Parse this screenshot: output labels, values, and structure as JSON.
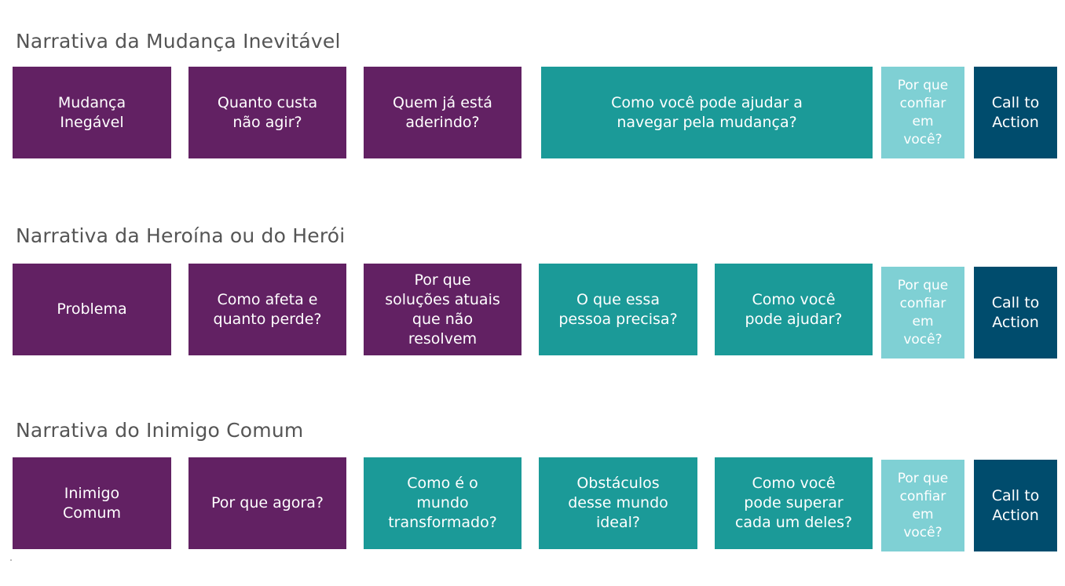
{
  "rows": [
    {
      "title": "Narrativa da Mudança Inevitável",
      "boxes": [
        "Mudança\nInegável",
        "Quanto custa\nnão agir?",
        "Quem já está\naderindo?",
        "Como você pode ajudar a\nnavegar pela mudança?",
        "Por que\nconfiar\nem\nvocê?",
        "Call to\nAction"
      ]
    },
    {
      "title": "Narrativa da Heroína ou do Herói",
      "boxes": [
        "Problema",
        "Como afeta e\nquanto perde?",
        "Por que\nsoluções atuais\nque não\nresolvem",
        "O que essa\npessoa precisa?",
        "Como você\npode ajudar?",
        "Por que\nconfiar\nem\nvocê?",
        "Call to\nAction"
      ]
    },
    {
      "title": "Narrativa do Inimigo Comum",
      "boxes": [
        "Inimigo\nComum",
        "Por que agora?",
        "Como é o\nmundo\ntransformado?",
        "Obstáculos\ndesse mundo\nideal?",
        "Como você\npode superar\ncada um deles?",
        "Por que\nconfiar\nem\nvocê?",
        "Call to\nAction"
      ]
    }
  ],
  "colors": {
    "purple": "#622163",
    "teal": "#1b9a98",
    "light_teal": "#7fd0d4",
    "navy": "#004c6d",
    "title_gray": "#555555"
  }
}
